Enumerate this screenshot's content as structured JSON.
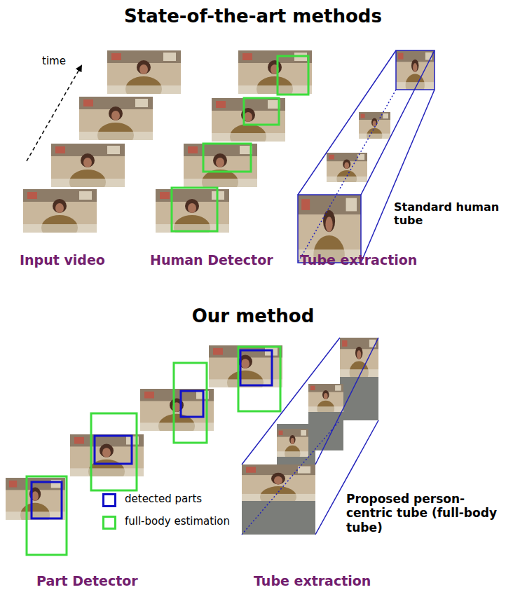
{
  "diagram": {
    "labels": [
      "State-of-the-art methods",
      "time",
      "Standard human tube",
      "Input video",
      "Human Detector",
      "Tube extraction",
      "Our method",
      "Proposed person-centric tube (full-body tube)",
      "Part Detector",
      "Tube extraction"
    ],
    "legend": [
      {
        "text": "detected parts",
        "color": "#1010c8"
      },
      {
        "text": "full-body estimation",
        "color": "#3ddc3d"
      }
    ]
  }
}
